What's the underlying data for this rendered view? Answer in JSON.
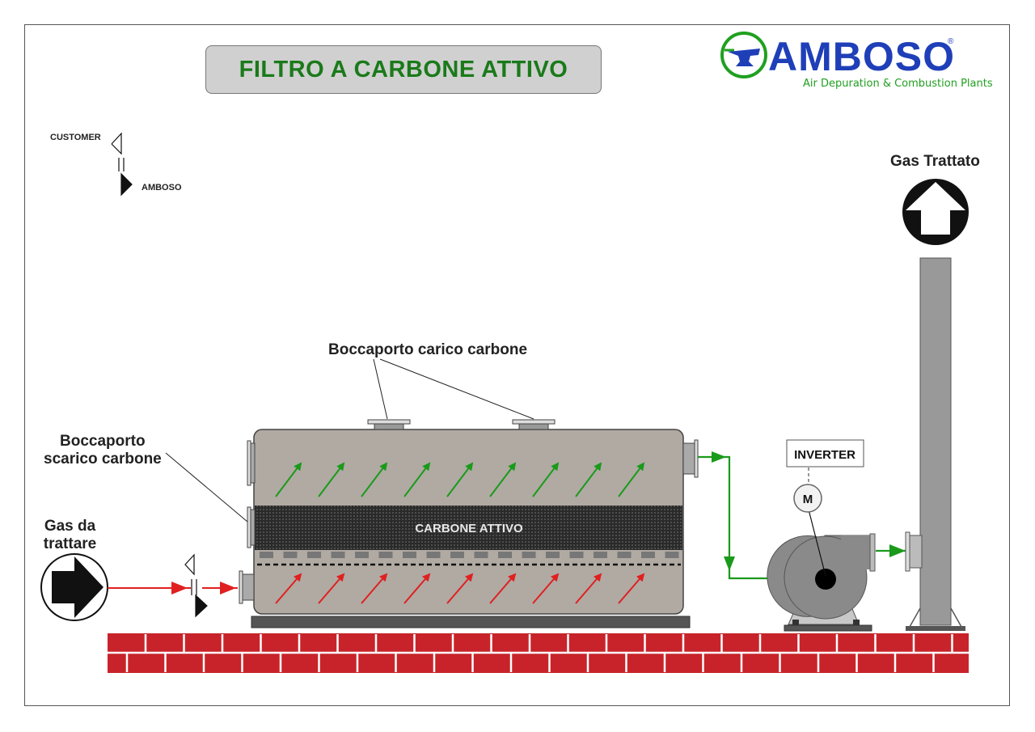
{
  "title": "FILTRO A CARBONE ATTIVO",
  "logo": {
    "name": "AMBOSO",
    "registered": "®",
    "tagline": "Air Depuration & Combustion Plants"
  },
  "scope": {
    "customer": "CUSTOMER",
    "amboso": "AMBOSO"
  },
  "labels": {
    "gas_in": "Gas da trattare",
    "gas_out": "Gas Trattato",
    "discharge_hatch_line1": "Boccaporto",
    "discharge_hatch_line2": "scarico carbone",
    "loading_hatch": "Boccaporto carico carbone",
    "carbon_bed": "CARBONE ATTIVO",
    "inverter": "INVERTER",
    "motor": "M"
  },
  "colors": {
    "title_green": "#1a7a1a",
    "logo_blue": "#1f3fb8",
    "logo_green": "#20a020",
    "flow_in_red": "#e02020",
    "flow_out_green": "#1a9a1a",
    "vessel_gray": "#b0aaa3",
    "brick_red": "#c8232a"
  }
}
